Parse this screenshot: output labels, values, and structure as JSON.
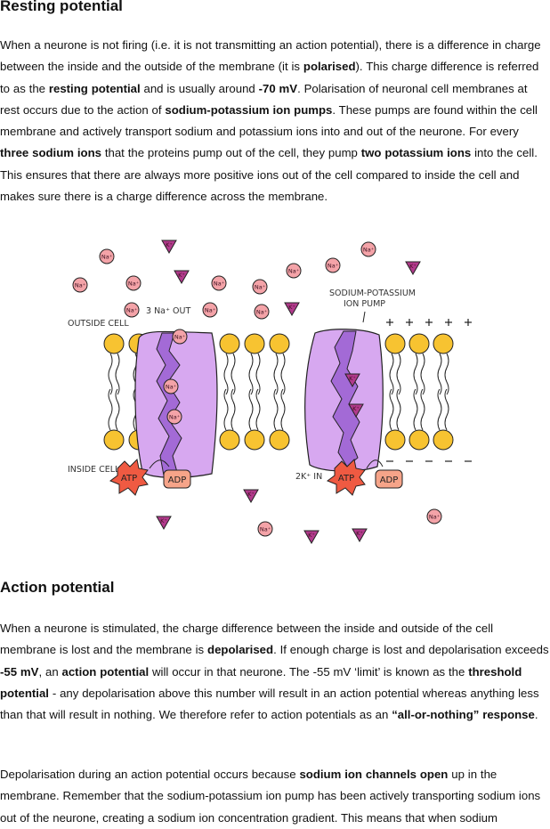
{
  "section1": {
    "title": "Resting potential",
    "paragraph": [
      {
        "t": "When a neurone is not firing (i.e. it is not transmitting an action potential), there is a difference in charge between the inside and the outside of the membrane (it is "
      },
      {
        "t": "polarised",
        "b": true
      },
      {
        "t": "). This charge difference is referred to as the "
      },
      {
        "t": "resting potential",
        "b": true
      },
      {
        "t": " and is usually around "
      },
      {
        "t": "-70 mV",
        "b": true
      },
      {
        "t": ". Polarisation of neuronal cell membranes at rest occurs due to the action of "
      },
      {
        "t": "sodium-potassium ion pumps",
        "b": true
      },
      {
        "t": ". These pumps are found within the cell membrane and actively transport sodium and potassium ions into and out of the neurone. For every "
      },
      {
        "t": "three sodium ions",
        "b": true
      },
      {
        "t": " that the proteins pump out of the cell, they pump "
      },
      {
        "t": "two potassium ions",
        "b": true
      },
      {
        "t": " into the cell. This ensures that there are always more positive ions out of the cell compared to inside the cell and makes sure there is a charge difference across the membrane."
      }
    ]
  },
  "diagram": {
    "outside_label": "OUTSIDE CELL",
    "inside_label": "INSIDE CELL",
    "na_out_label": "3 Na⁺ OUT",
    "k_in_label": "2K⁺ IN",
    "pump_label_line1": "SODIUM-POTASSIUM",
    "pump_label_line2": "ION PUMP",
    "atp_label": "ATP",
    "adp_label": "ADP",
    "na_ion_label": "Na⁺",
    "k_ion_label": "K⁺",
    "plus_signs": "+ + + + +",
    "minus_signs": "– – – – –",
    "colors": {
      "lipid_head": "#f7c331",
      "pump": "#d7a8f0",
      "pump_channel": "#a36ad6",
      "na_ion": "#f4a3a8",
      "k_ion": "#b23a8c",
      "atp": "#ef5a42",
      "adp": "#f6a489"
    }
  },
  "section2": {
    "title": "Action potential",
    "paragraph1": [
      {
        "t": "When a neurone is stimulated, the charge difference between the inside and outside of the cell membrane is lost and the membrane is "
      },
      {
        "t": "depolarised",
        "b": true
      },
      {
        "t": ". If enough charge is lost and depolarisation exceeds "
      },
      {
        "t": "-55 mV",
        "b": true
      },
      {
        "t": ", an "
      },
      {
        "t": "action potential",
        "b": true
      },
      {
        "t": " will occur in that neurone. The -55 mV ‘limit’ is known as the "
      },
      {
        "t": "threshold potential",
        "b": true
      },
      {
        "t": " - any depolarisation above this number will result in an action potential whereas anything less than that will result in nothing. We therefore refer to action potentials as an "
      },
      {
        "t": "“all-or-nothing” response",
        "b": true
      },
      {
        "t": "."
      }
    ],
    "paragraph2": [
      {
        "t": "Depolarisation during an action potential occurs because "
      },
      {
        "t": "sodium ion channels open",
        "b": true
      },
      {
        "t": " up in the membrane. Remember that the sodium-potassium ion pump has been actively transporting sodium ions out of the neurone, creating a sodium ion concentration gradient. This means that when sodium"
      }
    ]
  }
}
